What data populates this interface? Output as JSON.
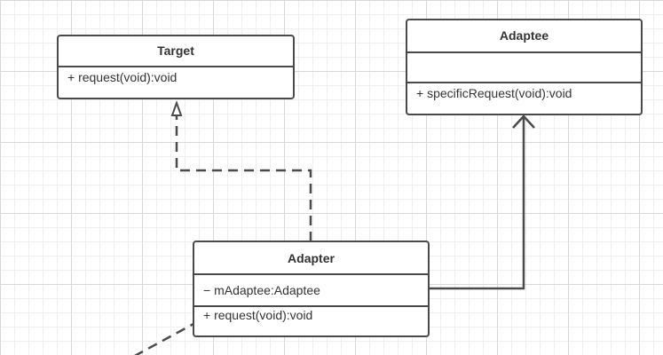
{
  "diagram": {
    "classes": {
      "target": {
        "name": "Target",
        "operations": [
          "+ request(void):void"
        ]
      },
      "adaptee": {
        "name": "Adaptee",
        "attributes": [],
        "operations": [
          "+ specificRequest(void):void"
        ]
      },
      "adapter": {
        "name": "Adapter",
        "attributes": [
          "− mAdaptee:Adaptee"
        ],
        "operations": [
          "+ request(void):void"
        ]
      }
    },
    "relationships": [
      {
        "type": "realization",
        "from": "Adapter",
        "to": "Target",
        "style": "dashed",
        "head": "hollow-triangle"
      },
      {
        "type": "association",
        "from": "Adapter",
        "to": "Adaptee",
        "style": "solid",
        "head": "open-arrow"
      },
      {
        "type": "dependency",
        "from": "Adapter",
        "to": "",
        "style": "dashed",
        "head": "none"
      }
    ],
    "colors": {
      "line": "#4a4a4a",
      "grid_major": "#d8d8d8",
      "grid_minor": "#efefef",
      "background": "#ffffff"
    }
  }
}
